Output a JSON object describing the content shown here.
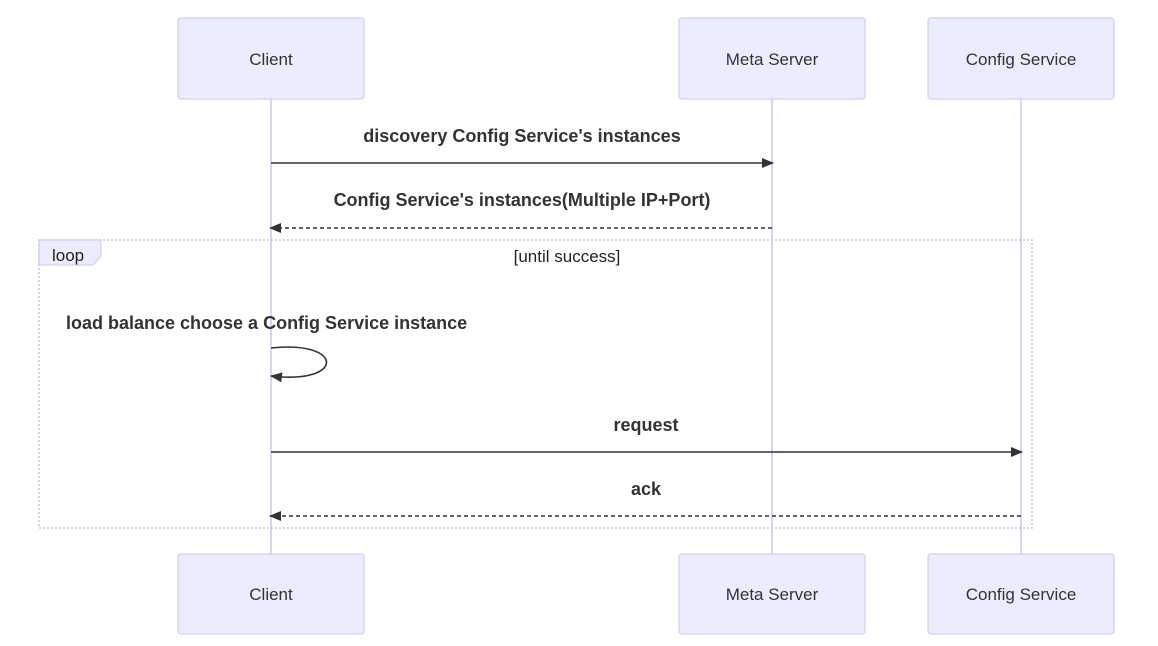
{
  "participants": [
    {
      "id": "client",
      "label": "Client"
    },
    {
      "id": "meta",
      "label": "Meta Server"
    },
    {
      "id": "config",
      "label": "Config Service"
    }
  ],
  "messages": [
    {
      "from": "client",
      "to": "meta",
      "label": "discovery Config Service's instances",
      "style": "solid"
    },
    {
      "from": "meta",
      "to": "client",
      "label": "Config Service's instances(Multiple IP+Port)",
      "style": "dashed"
    },
    {
      "from": "client",
      "to": "client",
      "label": "load balance choose a Config Service instance",
      "style": "self"
    },
    {
      "from": "client",
      "to": "config",
      "label": "request",
      "style": "solid"
    },
    {
      "from": "config",
      "to": "client",
      "label": "ack",
      "style": "dashed"
    }
  ],
  "loop": {
    "label": "loop",
    "condition": "[until success]"
  },
  "colors": {
    "actor_fill": "#ececff",
    "actor_border": "#cfcff2",
    "lifeline": "#d7d4f2",
    "line": "#333333"
  }
}
